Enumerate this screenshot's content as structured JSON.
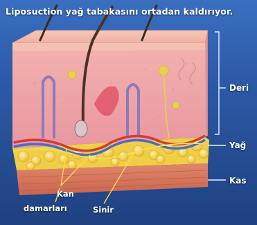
{
  "title": "Liposuction yağ tabakasını ortadan kaldırıyor.",
  "labels": {
    "deri": "Deri",
    "yag": "Yağ",
    "kas": "Kas",
    "kan": "Kan",
    "damarlari": "damarları",
    "sinir": "Sinir"
  },
  "colors": {
    "background": "#2c5aa8",
    "skin_top": "#f1b7a8",
    "skin_dermis": "#eea3a6",
    "fat": "#f2d24a",
    "muscle": "#d8735a",
    "label_text": "#ffffff",
    "leader_line": "#ffd84a",
    "bracket": "#e9f0ff"
  }
}
